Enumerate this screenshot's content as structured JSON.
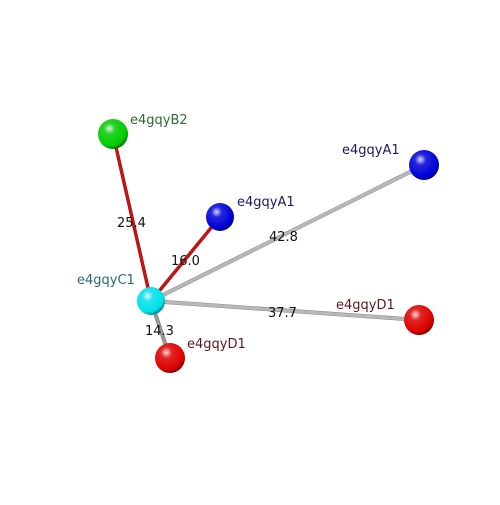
{
  "nodes": [
    {
      "id": "C1",
      "label": "e4gqyC1",
      "color": "#00e0e8",
      "label_color": "#2a6a70"
    },
    {
      "id": "B2",
      "label": "e4gqyB2",
      "color": "#00cc00",
      "label_color": "#2e6b2e"
    },
    {
      "id": "A1_near",
      "label": "e4gqyA1",
      "color": "#0000d8",
      "label_color": "#1a1a60"
    },
    {
      "id": "A1_far",
      "label": "e4gqyA1",
      "color": "#0000d8",
      "label_color": "#1a1a60"
    },
    {
      "id": "D1_far",
      "label": "e4gqyD1",
      "color": "#dd0000",
      "label_color": "#5a1a1a"
    },
    {
      "id": "D1_near",
      "label": "e4gqyD1",
      "color": "#dd0000",
      "label_color": "#5a1a1a"
    }
  ],
  "edges": [
    {
      "from": "C1",
      "to": "B2",
      "distance": "25.4",
      "color": "#cc1111"
    },
    {
      "from": "C1",
      "to": "A1_near",
      "distance": "16.0",
      "color": "#cc1111"
    },
    {
      "from": "C1",
      "to": "A1_far",
      "distance": "42.8",
      "color": "#b8b8b8"
    },
    {
      "from": "C1",
      "to": "D1_far",
      "distance": "37.7",
      "color": "#b8b8b8"
    },
    {
      "from": "C1",
      "to": "D1_near",
      "distance": "14.3",
      "color": "#999999"
    }
  ]
}
